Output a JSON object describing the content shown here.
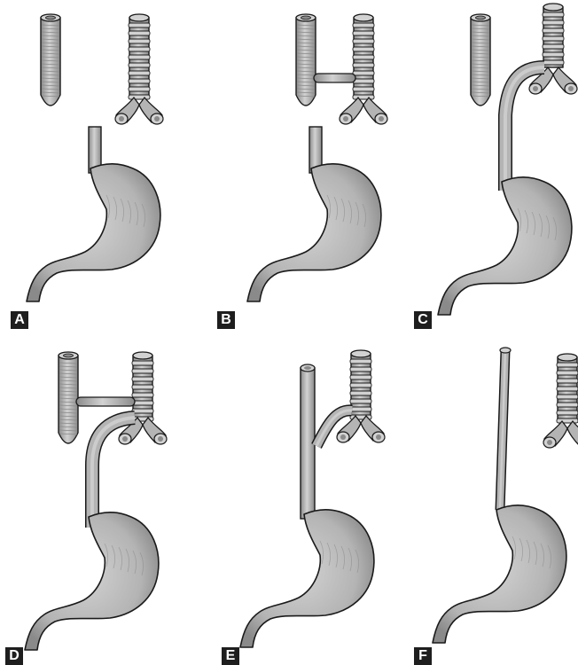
{
  "colors": {
    "organ_fill": "#b4b4b4",
    "organ_dark": "#8a8a8a",
    "organ_light": "#d2d2d2",
    "outline": "#1a1a1a",
    "label_bg": "#1e1e1e",
    "label_text": "#ffffff"
  },
  "panels": [
    {
      "label": "A",
      "anatomy": "proximal-esophageal-atresia-with-distal-tracheoesophageal-fistula-absent",
      "parts": [
        "proximal-pouch",
        "trachea",
        "stomach-with-short-distal-esophagus"
      ]
    },
    {
      "label": "B",
      "anatomy": "proximal-fistula",
      "parts": [
        "proximal-pouch",
        "trachea",
        "proximal-fistula",
        "stomach-with-short-distal-esophagus"
      ]
    },
    {
      "label": "C",
      "anatomy": "distal-fistula",
      "parts": [
        "proximal-pouch",
        "trachea",
        "distal-fistula-esophagus",
        "stomach"
      ]
    },
    {
      "label": "D",
      "anatomy": "proximal-and-distal-fistulas",
      "parts": [
        "proximal-pouch",
        "trachea",
        "proximal-fistula",
        "distal-fistula-esophagus",
        "stomach"
      ]
    },
    {
      "label": "E",
      "anatomy": "h-type-fistula",
      "parts": [
        "continuous-esophagus",
        "trachea",
        "h-type-fistula",
        "stomach"
      ]
    },
    {
      "label": "F",
      "anatomy": "esophageal-stenosis",
      "parts": [
        "narrow-esophagus",
        "trachea",
        "stomach"
      ]
    }
  ]
}
